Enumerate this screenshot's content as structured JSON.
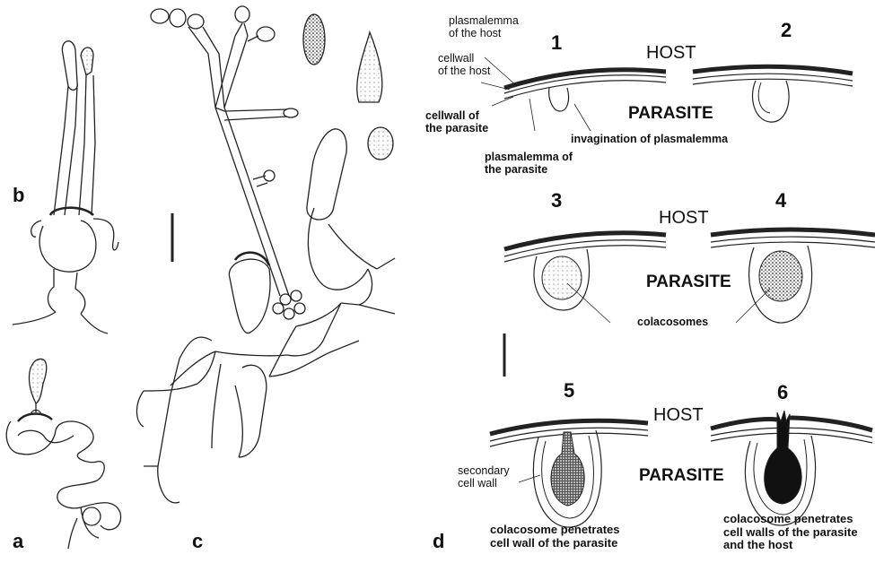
{
  "panel_labels": {
    "a": "a",
    "b": "b",
    "c": "c",
    "d": "d"
  },
  "stage_numbers": [
    "1",
    "2",
    "3",
    "4",
    "5",
    "6"
  ],
  "host_label": "HOST",
  "parasite_label": "PARASITE",
  "annotations": {
    "plasmalemma_host": "plasmalemma\nof the host",
    "cellwall_host": "cellwall\nof the host",
    "cellwall_parasite": "cellwall of\nthe parasite",
    "plasmalemma_parasite": "plasmalemma of\nthe parasite",
    "invagination": "invagination of plasmalemma",
    "colacosomes": "colacosomes",
    "secondary_cell_wall": "secondary\ncell wall"
  },
  "captions": {
    "stage5": "colacosome penetrates\ncell wall of the parasite",
    "stage6": "colacosome penetrates\ncell walls of the parasite\nand the host"
  }
}
